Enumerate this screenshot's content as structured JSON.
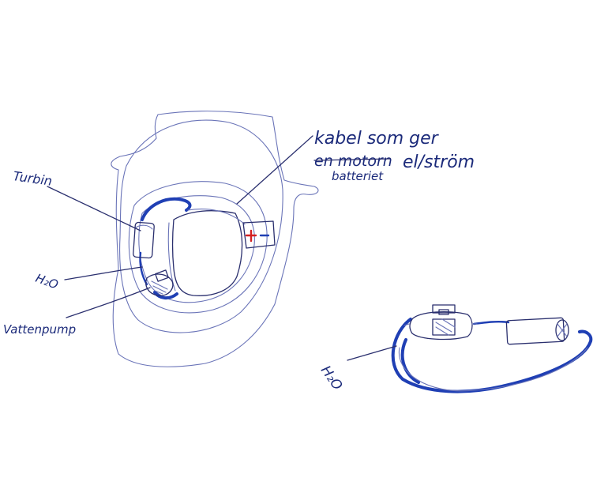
{
  "labels": {
    "cable_line1": "kabel som ger",
    "cable_struck": "en motorn",
    "cable_line2_rest": "el/ström",
    "cable_line3": "batteriet",
    "turbin": "Turbin",
    "h2o_left": "H₂O",
    "vattenpump": "Vattenpump",
    "h2o_right": "H₂O"
  },
  "colors": {
    "pencil": "#6a74b8",
    "ink": "#1b2a7a",
    "marker_blue": "#1f3fb4",
    "plus_red": "#d42020"
  }
}
